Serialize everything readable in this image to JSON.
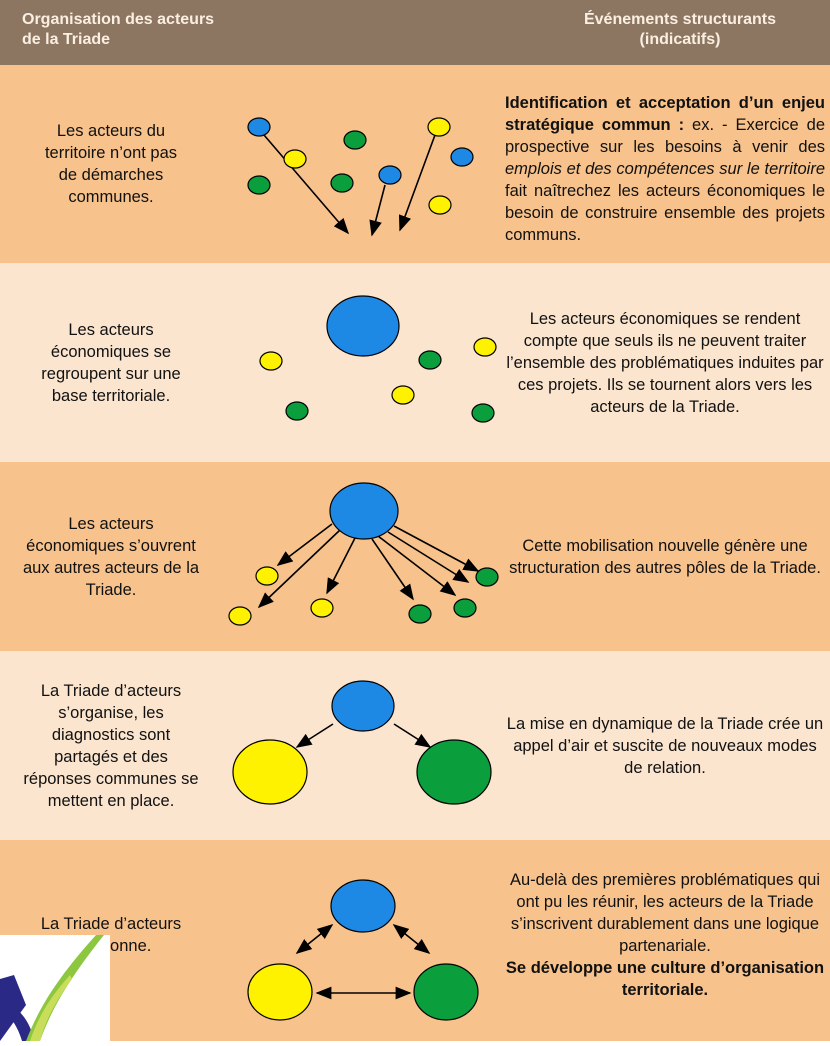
{
  "header": {
    "left": "Organisation des acteurs de la Triade",
    "right_line1": "Événements structurants",
    "right_line2": "(indicatifs)"
  },
  "rows": [
    {
      "left": "Les acteurs du territoire n’ont pas de démarches communes.",
      "right_bold": "Identification et acceptation d’un enjeu stratégique commun :",
      "right_a": " ex. - Exercice de prospective sur les besoins à venir des ",
      "right_italic": "emplois et des compétences sur le territoire",
      "right_b": " fait naîtrechez les acteurs économiques le besoin de construire ensemble des projets communs."
    },
    {
      "left": "Les acteurs économiques se regroupent sur une base territoriale.",
      "right": "Les acteurs économiques se rendent compte que seuls ils ne peuvent traiter l’ensemble des problématiques induites par ces projets. Ils se tournent alors vers les acteurs de la Triade."
    },
    {
      "left": "Les acteurs économiques s’ouvrent aux autres acteurs de la Triade.",
      "right": "Cette mobilisation nouvelle génère une structuration des autres pôles de la Triade."
    },
    {
      "left": "La Triade d’acteurs s’organise, les diagnostics sont partagés et des réponses communes se mettent en place.",
      "right": "La mise en dynamique de la Triade crée un appel d’air et suscite de nouveaux modes de relation."
    },
    {
      "left": "La Triade d’acteurs fonctionne.",
      "right": "Au-delà des premières problématiques qui ont pu les réunir, les acteurs de la Triade s’inscrivent durablement dans une logique partenariale.",
      "right_bold": "Se développe une culture d’organisation territoriale."
    }
  ],
  "colors": {
    "blue": "#1e88e5",
    "yellow": "#fff200",
    "green": "#0b9e3c",
    "header": "#8d7661",
    "band_dark": "#f7c28b",
    "band_light": "#fbe5cf"
  },
  "logo": {
    "icon": "logo-check-icon"
  }
}
